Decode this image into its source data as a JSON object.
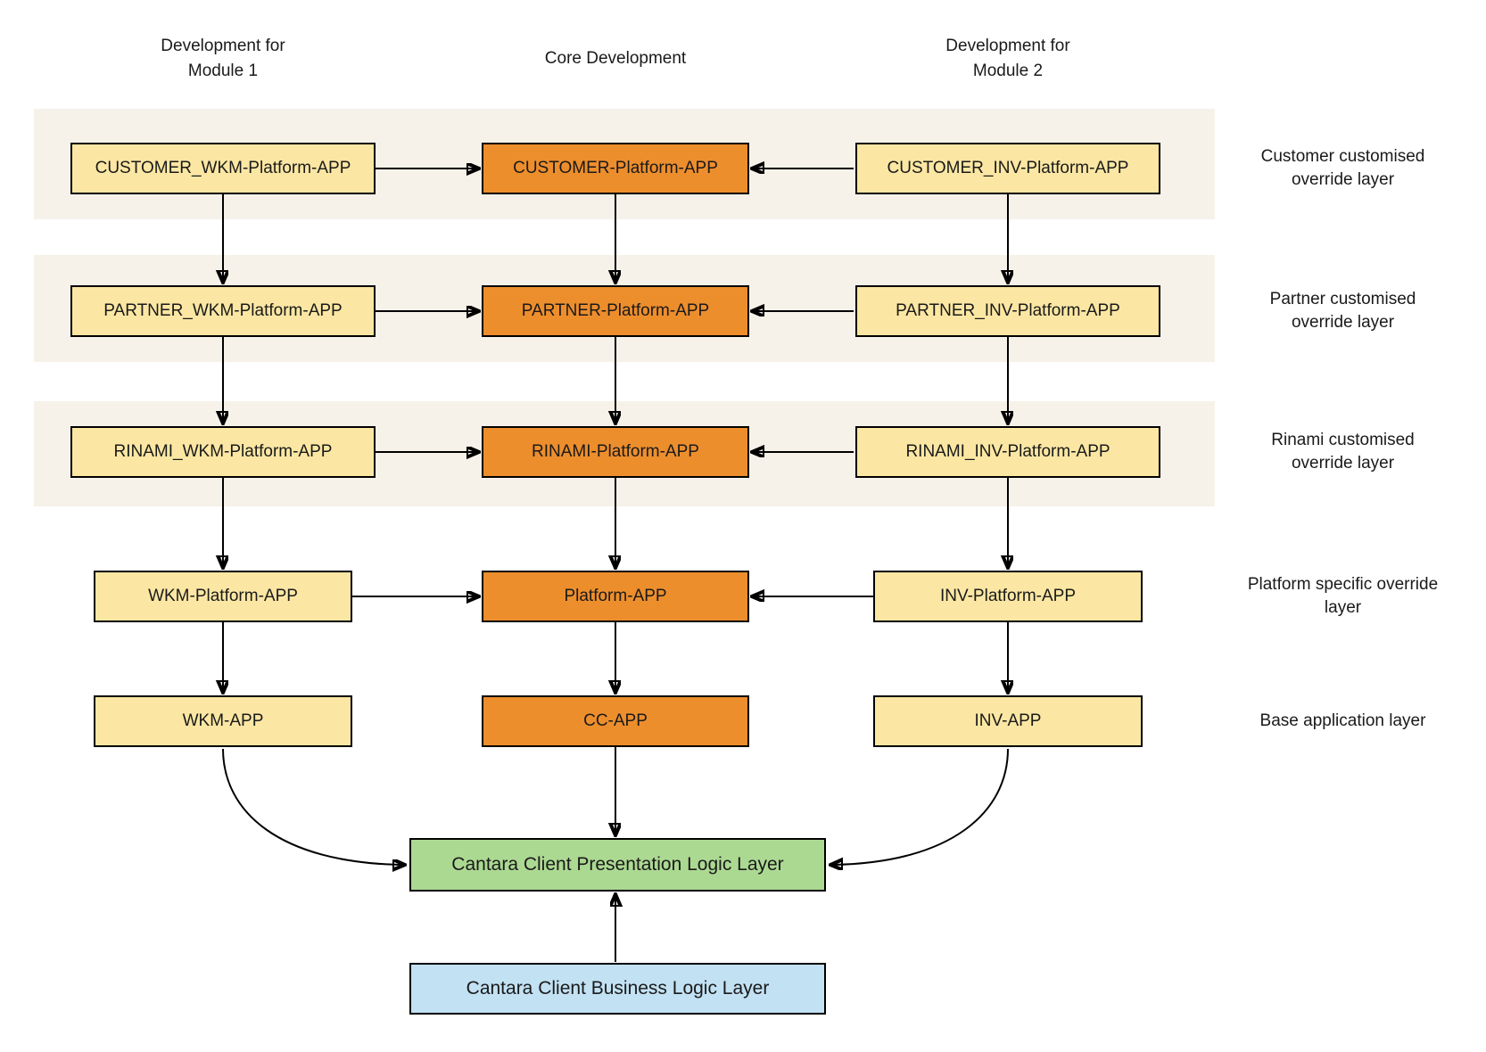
{
  "headers": {
    "module1": "Development for\nModule 1",
    "core": "Core Development",
    "module2": "Development for\nModule 2"
  },
  "rows": [
    {
      "left": "CUSTOMER_WKM-Platform-APP",
      "center": "CUSTOMER-Platform-APP",
      "right": "CUSTOMER_INV-Platform-APP",
      "label": "Customer customised override layer"
    },
    {
      "left": "PARTNER_WKM-Platform-APP",
      "center": "PARTNER-Platform-APP",
      "right": "PARTNER_INV-Platform-APP",
      "label": "Partner customised override layer"
    },
    {
      "left": "RINAMI_WKM-Platform-APP",
      "center": "RINAMI-Platform-APP",
      "right": "RINAMI_INV-Platform-APP",
      "label": "Rinami customised override layer"
    },
    {
      "left": "WKM-Platform-APP",
      "center": "Platform-APP",
      "right": "INV-Platform-APP",
      "label": "Platform specific override layer"
    },
    {
      "left": "WKM-APP",
      "center": "CC-APP",
      "right": "INV-APP",
      "label": "Base application layer"
    }
  ],
  "bottom": {
    "presentation": "Cantara Client Presentation Logic Layer",
    "business": "Cantara Client Business Logic Layer"
  },
  "colors": {
    "node-yellow": "#FBE7A3",
    "node-orange": "#ED8E2D",
    "node-green": "#ACD992",
    "node-blue": "#C2E1F3",
    "band-beige": "#F6F2E9",
    "border": "#000000",
    "text": "#1A1A1A",
    "arrow": "#000000"
  }
}
